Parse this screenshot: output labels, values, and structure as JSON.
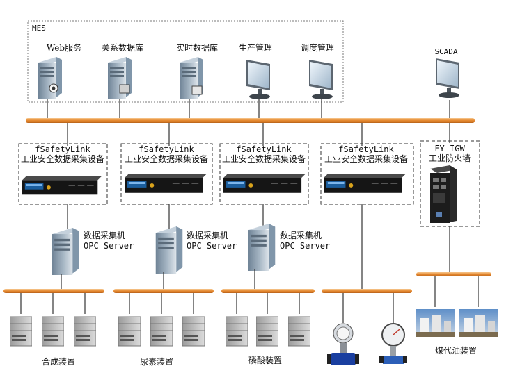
{
  "mes": {
    "label": "MES",
    "systems": [
      "Web服务",
      "关系数据库",
      "实时数据库",
      "生产管理",
      "调度管理"
    ]
  },
  "scada": "SCADA",
  "gateways": [
    {
      "name": "fSafetyLink",
      "desc": "工业安全数据采集设备"
    },
    {
      "name": "fSafetyLink",
      "desc": "工业安全数据采集设备"
    },
    {
      "name": "fSafetyLink",
      "desc": "工业安全数据采集设备"
    },
    {
      "name": "fSafetyLink",
      "desc": "工业安全数据采集设备"
    }
  ],
  "firewall": {
    "name": "FY-IGW",
    "desc": "工业防火墙"
  },
  "collectors": [
    {
      "line1": "数据采集机",
      "line2": "OPC Server"
    },
    {
      "line1": "数据采集机",
      "line2": "OPC Server"
    },
    {
      "line1": "数据采集机",
      "line2": "OPC Server"
    }
  ],
  "plants": [
    "合成装置",
    "尿素装置",
    "磷酸装置",
    "煤代油装置"
  ]
}
